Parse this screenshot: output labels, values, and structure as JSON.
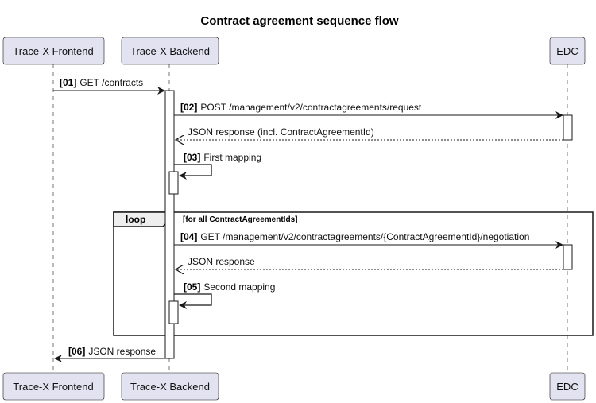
{
  "diagram": {
    "title": "Contract agreement sequence flow",
    "participants": [
      {
        "id": "frontend",
        "label": "Trace-X Frontend"
      },
      {
        "id": "backend",
        "label": "Trace-X Backend"
      },
      {
        "id": "edc",
        "label": "EDC"
      }
    ],
    "messages": [
      {
        "id": "m01",
        "num": "[01]",
        "text": "GET /contracts",
        "from": "frontend",
        "to": "backend",
        "style": "solid"
      },
      {
        "id": "m02",
        "num": "[02]",
        "text": "POST /management/v2/contractagreements/request",
        "from": "backend",
        "to": "edc",
        "style": "solid"
      },
      {
        "id": "r02",
        "num": "",
        "text": "JSON response (incl. ContractAgreementId)",
        "from": "edc",
        "to": "backend",
        "style": "dashed"
      },
      {
        "id": "m03",
        "num": "[03]",
        "text": "First mapping",
        "from": "backend",
        "to": "backend",
        "style": "self"
      },
      {
        "id": "m04",
        "num": "[04]",
        "text": "GET /management/v2/contractagreements/{ContractAgreementId}/negotiation",
        "from": "backend",
        "to": "edc",
        "style": "solid"
      },
      {
        "id": "r04",
        "num": "",
        "text": "JSON response",
        "from": "edc",
        "to": "backend",
        "style": "dashed"
      },
      {
        "id": "m05",
        "num": "[05]",
        "text": "Second mapping",
        "from": "backend",
        "to": "backend",
        "style": "self"
      },
      {
        "id": "m06",
        "num": "[06]",
        "text": "JSON response",
        "from": "backend",
        "to": "frontend",
        "style": "solid"
      }
    ],
    "loop": {
      "keyword": "loop",
      "condition": "[for all ContractAgreementIds]"
    }
  },
  "colors": {
    "participant_fill": "#E2E2F0",
    "participant_border": "#181818",
    "activation_fill": "#FFFFFF",
    "line": "#181818",
    "loop_tab_fill": "#EEEEEE"
  }
}
